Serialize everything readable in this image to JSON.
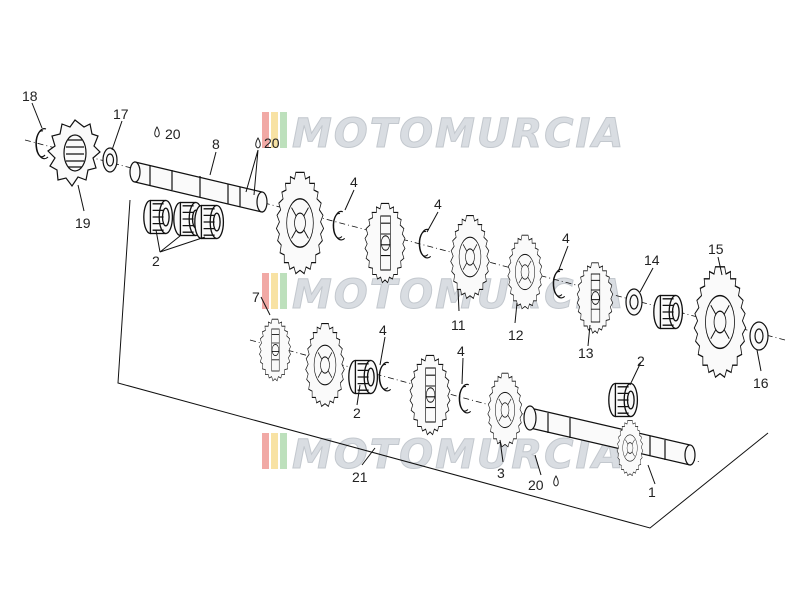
{
  "watermark": {
    "text": "MOTOMURCIA",
    "stripe_colors": [
      "#e4544b",
      "#f2c64a",
      "#7cc27a"
    ]
  },
  "callouts": {
    "c1": "1",
    "c2a": "2",
    "c2b": "2",
    "c2c": "2",
    "c3": "3",
    "c4a": "4",
    "c4b": "4",
    "c4c": "4",
    "c4d": "4",
    "c4e": "4",
    "c7": "7",
    "c8": "8",
    "c11": "11",
    "c12": "12",
    "c13": "13",
    "c14": "14",
    "c15": "15",
    "c16": "16",
    "c17": "17",
    "c18": "18",
    "c19": "19",
    "c20a": "20",
    "c20b": "20",
    "c20c": "20",
    "c21": "21"
  },
  "icons": {
    "lubricant_drop": "oil-drop-icon"
  }
}
